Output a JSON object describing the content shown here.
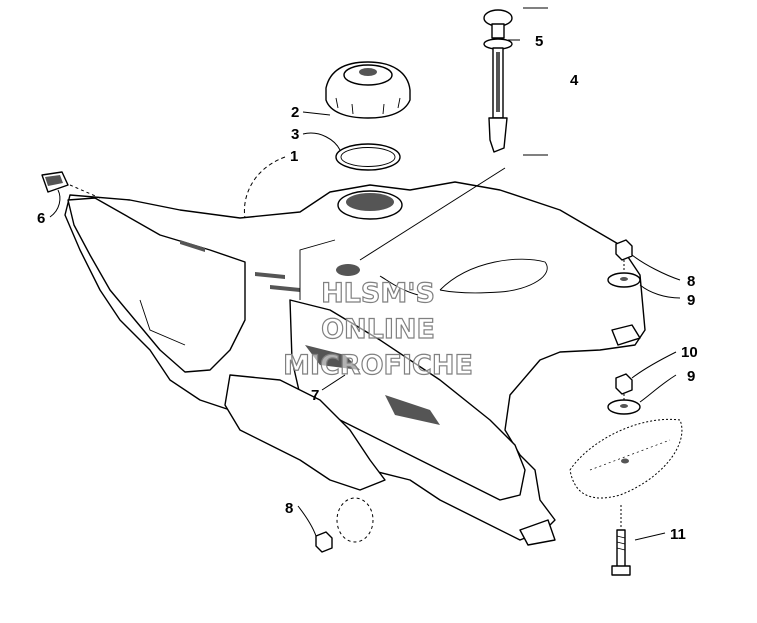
{
  "callouts": {
    "c1": "1",
    "c2": "2",
    "c3": "3",
    "c4": "4",
    "c5": "5",
    "c6": "6",
    "c7": "7",
    "c8a": "8",
    "c8b": "8",
    "c9a": "9",
    "c9b": "9",
    "c10": "10",
    "c11": "11"
  },
  "watermark": {
    "line1": "HLSM'S",
    "line2": "ONLINE",
    "line3": "MICROFICHE"
  }
}
